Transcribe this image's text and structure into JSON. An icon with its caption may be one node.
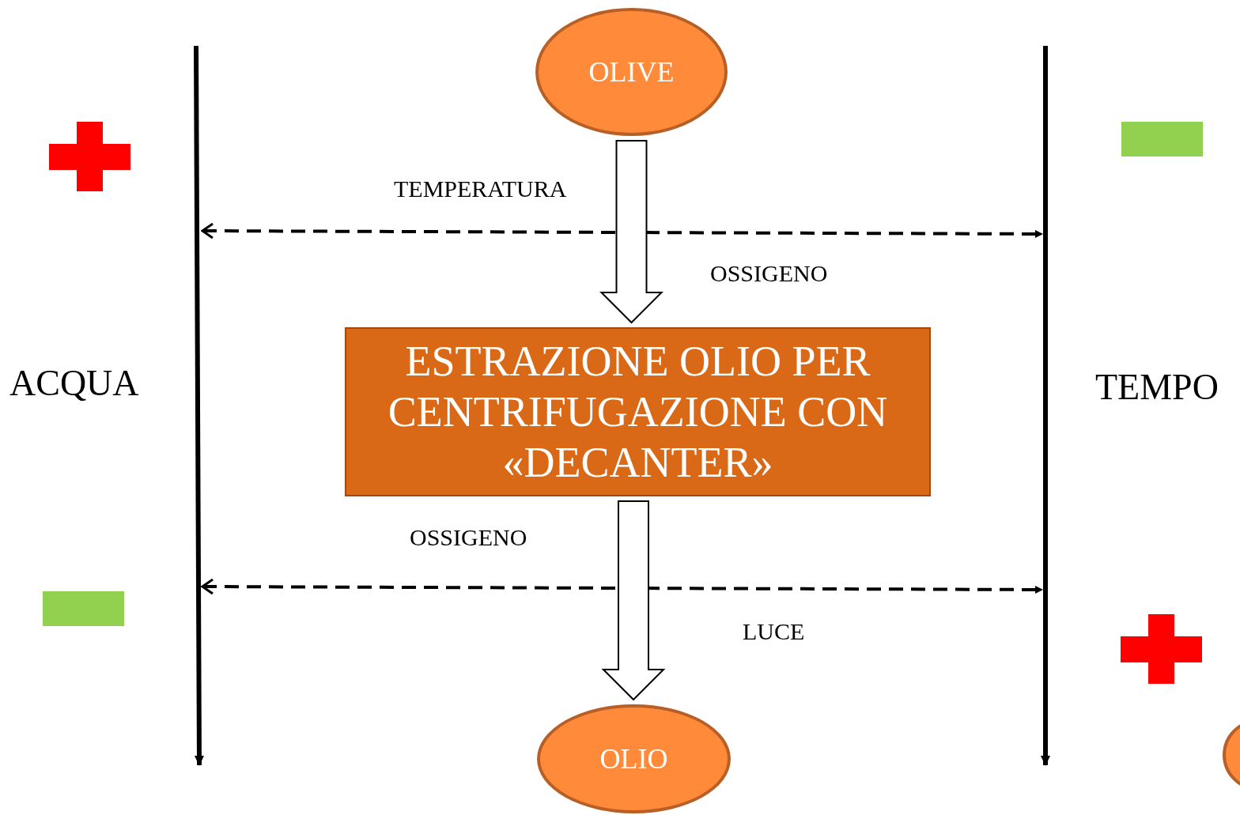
{
  "diagram": {
    "nodes": [
      {
        "text": [
          "OLIVE"
        ]
      },
      {
        "text": [
          "ESTRAZIONE OLIO PER CENTRIFUGAZIONE CON «DECANTER»"
        ]
      },
      {
        "text": [
          "OLIO"
        ]
      },
      {
        "text": [],
        "shape": "circle"
      }
    ],
    "edges": [
      {
        "from": 0,
        "to": 1,
        "arrow": "to"
      },
      {
        "from": 1,
        "to": 2,
        "arrow": "to"
      }
    ],
    "labels": [
      "ACQUA",
      "TEMPO",
      "TEMPERATURA",
      "OSSIGENO",
      "OSSIGENO",
      "LUCE"
    ]
  }
}
